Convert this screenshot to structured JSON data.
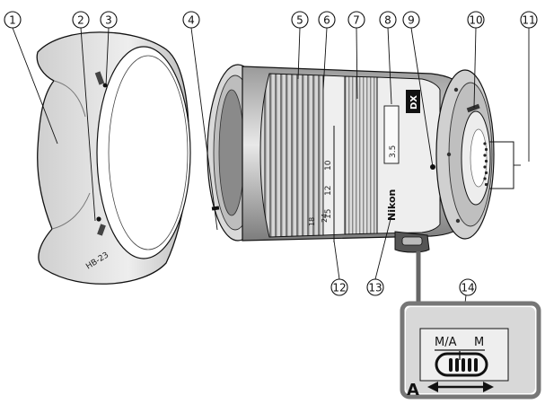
{
  "callouts": [
    "1",
    "2",
    "3",
    "4",
    "5",
    "6",
    "7",
    "8",
    "9",
    "10",
    "11",
    "12",
    "13",
    "14"
  ],
  "hood_text": "HB-23",
  "lens": {
    "brand": "Nikon",
    "format": "DX",
    "focal_marks": [
      "10",
      "12",
      "15",
      "18",
      "24"
    ],
    "aperture": "3.5"
  },
  "inset": {
    "label": "A",
    "mode_ma": "M/A",
    "mode_m": "M"
  },
  "colors": {
    "line": "#111111",
    "fill_light": "#e6e6e6",
    "fill_mid": "#bdbdbd",
    "fill_dark": "#6a6a6a"
  }
}
